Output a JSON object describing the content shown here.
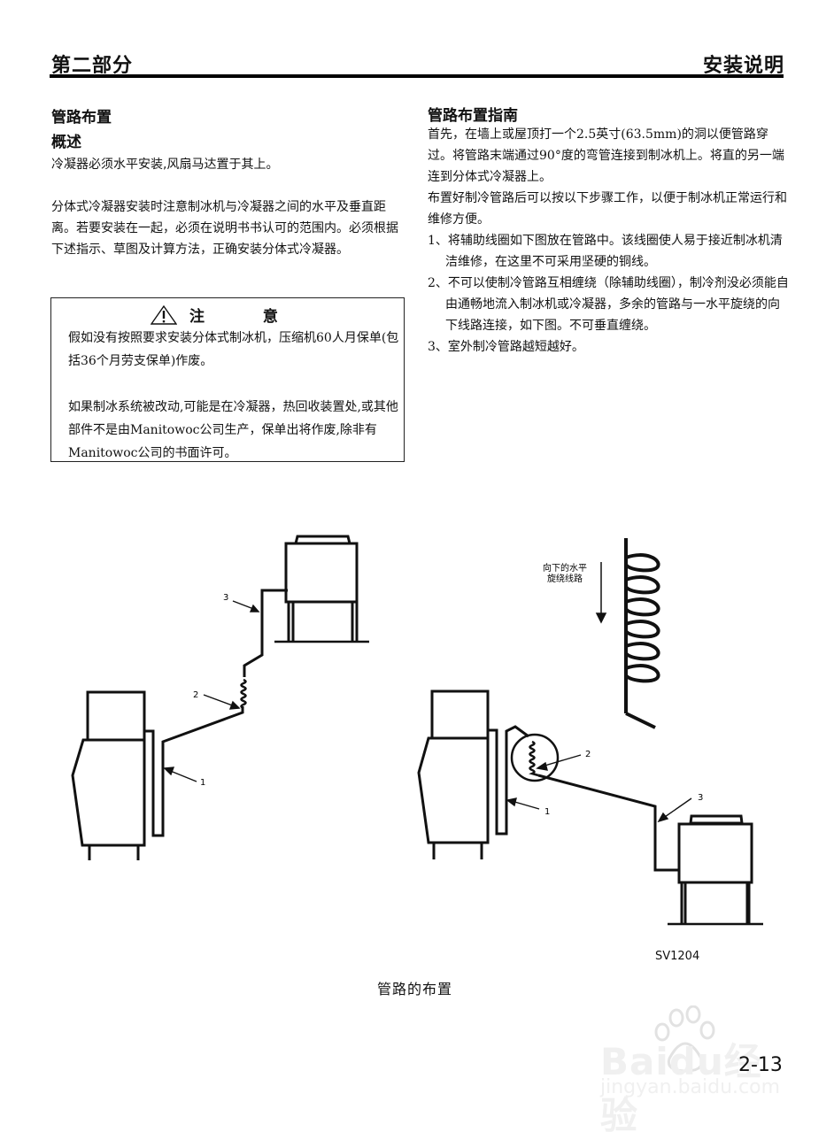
{
  "header": {
    "section": "第二部分",
    "chapter": "安装说明"
  },
  "left": {
    "title": "管路布置",
    "subtitle": "概述",
    "paragraphs": [
      "冷凝器必须水平安装,风扇马达置于其上。",
      "分体式冷凝器安装时注意制冰机与冷凝器之间的水平及垂直距离。若要安装在一起，必须在说明书书认可的范围内。必须根据下述指示、草图及计算方法，正确安装分体式冷凝器。"
    ],
    "notice": {
      "icon": "warning-triangle-icon",
      "title": "注 意",
      "paragraphs": [
        "假如没有按照要求安装分体式制冰机，压缩机60人月保单(包括36个月劳支保单)作废。",
        "如果制冰系统被改动,可能是在冷凝器，热回收装置处,或其他部件不是由Manitowoc公司生产，保单出将作废,除非有Manitowoc公司的书面许可。"
      ]
    }
  },
  "right": {
    "title": "管路布置指南",
    "intro": "首先，在墙上或屋顶打一个2.5英寸(63.5mm)的洞以便管路穿过。将管路末端通过90°度的弯管连接到制冰机上。将直的另一端连到分体式冷凝器上。",
    "intro2": "布置好制冷管路后可以按以下步骤工作，以便于制冰机正常运行和维修方便。",
    "steps": [
      "1、将辅助线圈如下图放在管路中。该线圈使人易于接近制冰机清洁维修，在这里不可采用坚硬的铜线。",
      "2、不可以使制冷管路互相缠绕（除辅助线圈），制冷剂没必须能自由通畅地流入制冰机或冷凝器，多余的管路与一水平旋绕的向下线路连接，如下图。不可垂直缠绕。",
      "3、室外制冷管路越短越好。"
    ]
  },
  "figure": {
    "left_labels": [
      "1",
      "2",
      "3"
    ],
    "right_labels": [
      "1",
      "2",
      "3"
    ],
    "coil_note_line1": "向下的水平",
    "coil_note_line2": "旋绕线路",
    "code": "SV1204",
    "caption": "管路的布置"
  },
  "footer": {
    "page_number": "2-13",
    "watermark_brand": "Baidu经验",
    "watermark_url": "jingyan.baidu.com"
  }
}
